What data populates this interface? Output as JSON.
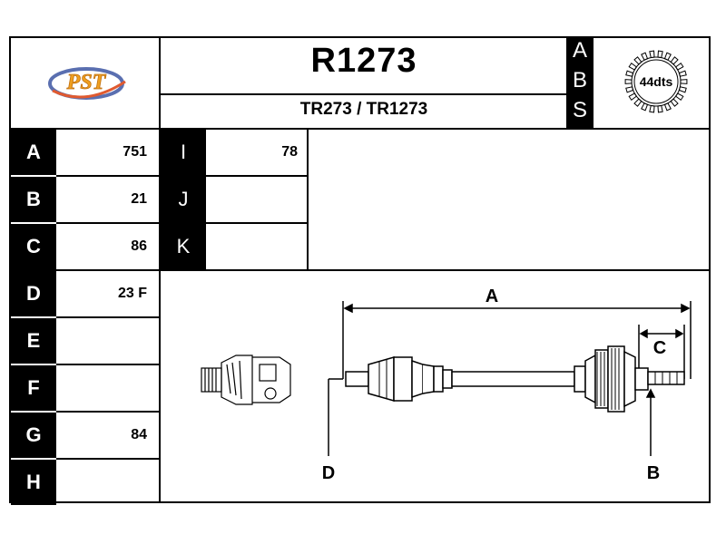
{
  "header": {
    "logo_text": "PST",
    "part_code": "R1273",
    "cross_ref": "TR273 / TR1273",
    "abs_letters": [
      "A",
      "B",
      "S"
    ],
    "abs_teeth": "44dts"
  },
  "dimensions_left": [
    {
      "label": "A",
      "value": "751"
    },
    {
      "label": "B",
      "value": "21"
    },
    {
      "label": "C",
      "value": "86"
    },
    {
      "label": "D",
      "value": "23 F"
    },
    {
      "label": "E",
      "value": ""
    },
    {
      "label": "F",
      "value": ""
    },
    {
      "label": "G",
      "value": "84"
    },
    {
      "label": "H",
      "value": ""
    }
  ],
  "dimensions_mid": [
    {
      "label": "I",
      "value": "78"
    },
    {
      "label": "J",
      "value": ""
    },
    {
      "label": "K",
      "value": ""
    }
  ],
  "drawing_labels": {
    "a": "A",
    "b": "B",
    "c": "C",
    "d": "D"
  },
  "colors": {
    "logo_orange": "#f0a020",
    "logo_blue": "#5a6fb0",
    "ink": "#000000"
  }
}
